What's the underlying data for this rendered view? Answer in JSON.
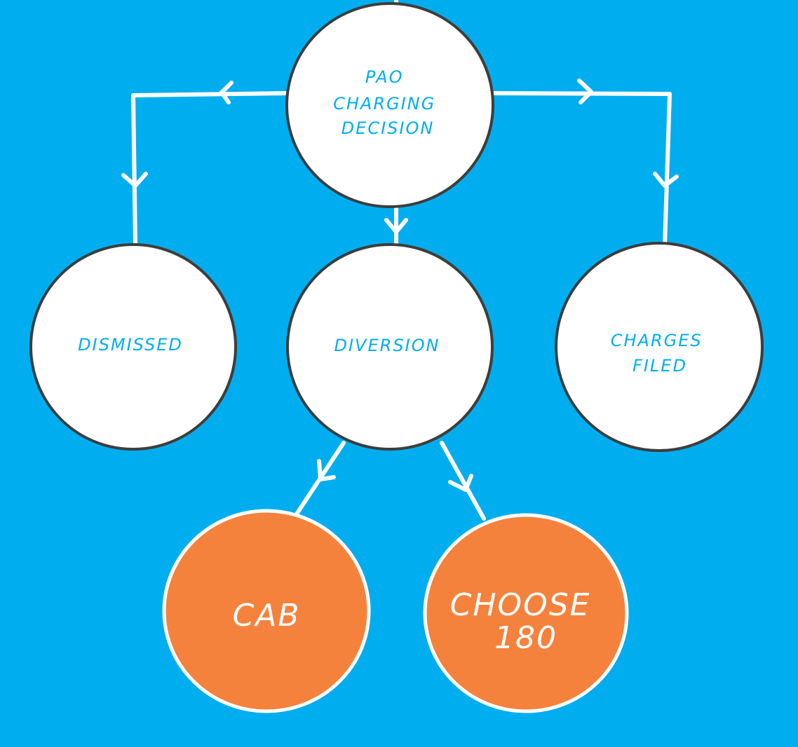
{
  "colors": {
    "background": "#00aeef",
    "node_fill": "#ffffff",
    "node_stroke": "#3d3d3d",
    "node_text": "#00aeef",
    "program_fill": "#f5823c",
    "program_stroke": "#ffffff",
    "program_text": "#ffffff",
    "connector": "#ffffff"
  },
  "nodes": {
    "decision": {
      "lines": [
        "PAO",
        "CHARGING",
        "DECISION"
      ]
    },
    "dismissed": {
      "lines": [
        "DISMISSED"
      ]
    },
    "diversion": {
      "lines": [
        "DIVERSION"
      ]
    },
    "charges_filed": {
      "lines": [
        "CHARGES",
        "FILED"
      ]
    },
    "cab": {
      "lines": [
        "CAB"
      ]
    },
    "choose180": {
      "lines": [
        "CHOOSE",
        "180"
      ]
    }
  },
  "edges": [
    {
      "from": "decision",
      "to": "dismissed"
    },
    {
      "from": "decision",
      "to": "diversion"
    },
    {
      "from": "decision",
      "to": "charges_filed"
    },
    {
      "from": "diversion",
      "to": "cab"
    },
    {
      "from": "diversion",
      "to": "choose180"
    }
  ]
}
